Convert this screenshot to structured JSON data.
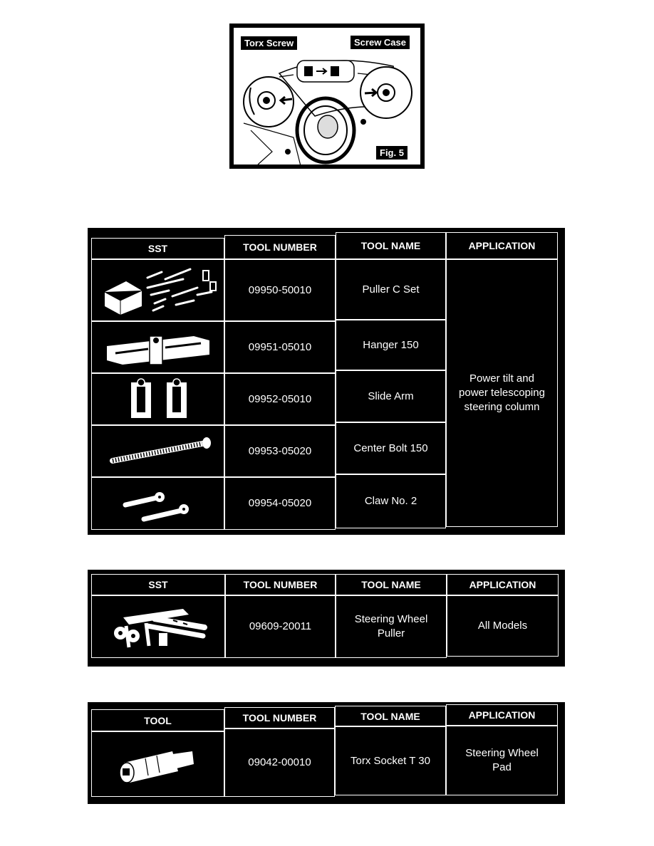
{
  "figure": {
    "callout_left": "Torx Screw",
    "callout_right": "Screw Case",
    "label": "Fig. 5"
  },
  "table1": {
    "headers": {
      "sst": "SST",
      "tool_number": "TOOL NUMBER",
      "tool_name": "TOOL NAME",
      "application": "APPLICATION"
    },
    "rows": [
      {
        "icon": "puller-c-set-case-icon",
        "tool_number": "09950-50010",
        "tool_name": "Puller C Set"
      },
      {
        "icon": "hanger-icon",
        "tool_number": "09951-05010",
        "tool_name": "Hanger 150"
      },
      {
        "icon": "slide-arm-icon",
        "tool_number": "09952-05010",
        "tool_name": "Slide Arm"
      },
      {
        "icon": "center-bolt-icon",
        "tool_number": "09953-05020",
        "tool_name": "Center Bolt 150"
      },
      {
        "icon": "claw-icon",
        "tool_number": "09954-05020",
        "tool_name": "Claw No. 2"
      }
    ],
    "application_lines": [
      "Power tilt and",
      "power telescoping",
      "steering column"
    ]
  },
  "table2": {
    "headers": {
      "sst": "SST",
      "tool_number": "TOOL NUMBER",
      "tool_name": "TOOL NAME",
      "application": "APPLICATION"
    },
    "rows": [
      {
        "icon": "steering-wheel-puller-icon",
        "tool_number": "09609-20011",
        "tool_name_lines": [
          "Steering Wheel",
          "Puller"
        ],
        "application": "All Models"
      }
    ]
  },
  "table3": {
    "headers": {
      "tool": "TOOL",
      "tool_number": "TOOL NUMBER",
      "tool_name": "TOOL NAME",
      "application": "APPLICATION"
    },
    "rows": [
      {
        "icon": "torx-socket-icon",
        "tool_number": "09042-00010",
        "tool_name": "Torx Socket T 30",
        "application_lines": [
          "Steering Wheel",
          "Pad"
        ]
      }
    ]
  }
}
